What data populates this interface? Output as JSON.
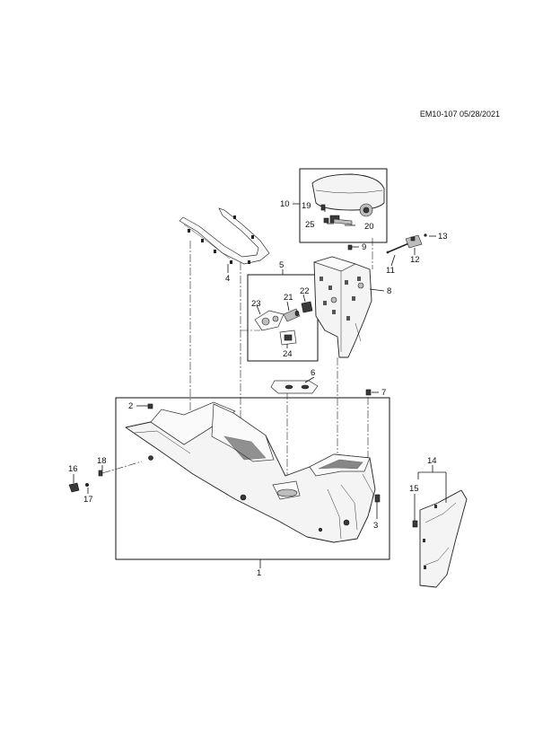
{
  "header": {
    "doc_code": "EM10-107 05/28/2021"
  },
  "callouts": [
    "1",
    "2",
    "3",
    "4",
    "5",
    "6",
    "7",
    "8",
    "9",
    "10",
    "11",
    "12",
    "13",
    "14",
    "15",
    "16",
    "17",
    "18",
    "19",
    "20",
    "21",
    "22",
    "23",
    "24",
    "25"
  ]
}
